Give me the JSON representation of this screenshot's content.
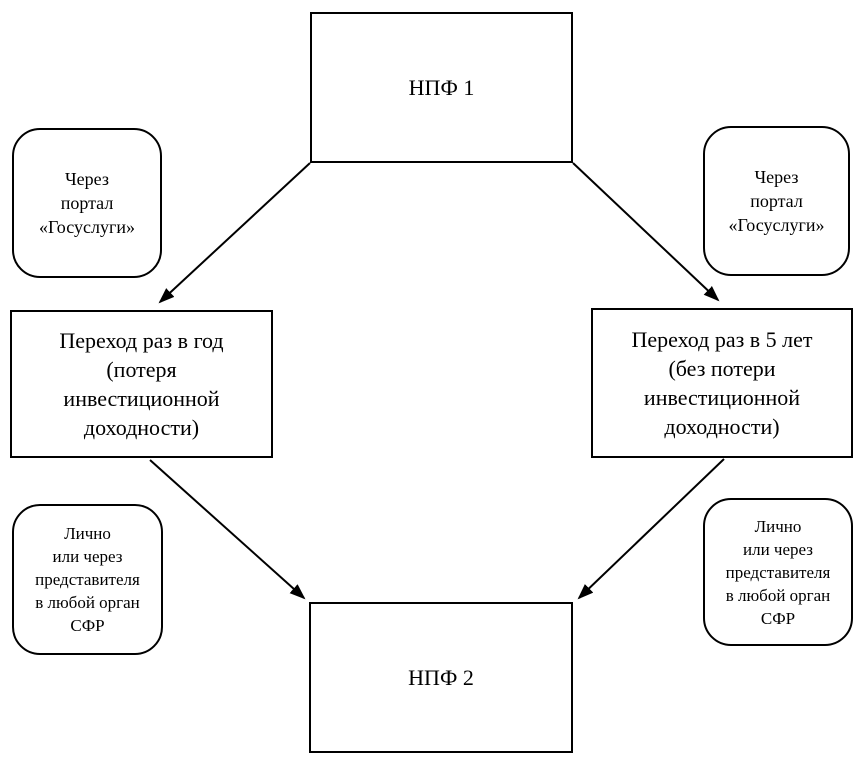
{
  "diagram": {
    "type": "flow-diagram",
    "colors": {
      "line": "#000000",
      "background": "#ffffff",
      "text": "#000000"
    },
    "nodes": {
      "npf1": {
        "label": "НПФ 1",
        "shape": "rectangle"
      },
      "npf2": {
        "label": "НПФ 2",
        "shape": "rectangle"
      },
      "transfer_yearly": {
        "label": "Переход раз в год\n(потеря\nинвестиционной\nдоходности)",
        "shape": "rectangle"
      },
      "transfer_5year": {
        "label": "Переход раз в 5 лет\n(без потери\nинвестиционной\nдоходности)",
        "shape": "rectangle"
      },
      "portal_left": {
        "label": "Через\nпортал\n«Госуслуги»",
        "shape": "rounded"
      },
      "portal_right": {
        "label": "Через\nпортал\n«Госуслуги»",
        "shape": "rounded"
      },
      "inperson_left": {
        "label": "Лично\nили через\nпредставителя\nв любой орган\nСФР",
        "shape": "rounded"
      },
      "inperson_right": {
        "label": "Лично\nили через\nпредставителя\nв любой орган\nСФР",
        "shape": "rounded"
      }
    },
    "edges": [
      {
        "from": "npf1",
        "to": "transfer_yearly"
      },
      {
        "from": "npf1",
        "to": "transfer_5year"
      },
      {
        "from": "transfer_yearly",
        "to": "npf2"
      },
      {
        "from": "transfer_5year",
        "to": "npf2"
      }
    ]
  }
}
